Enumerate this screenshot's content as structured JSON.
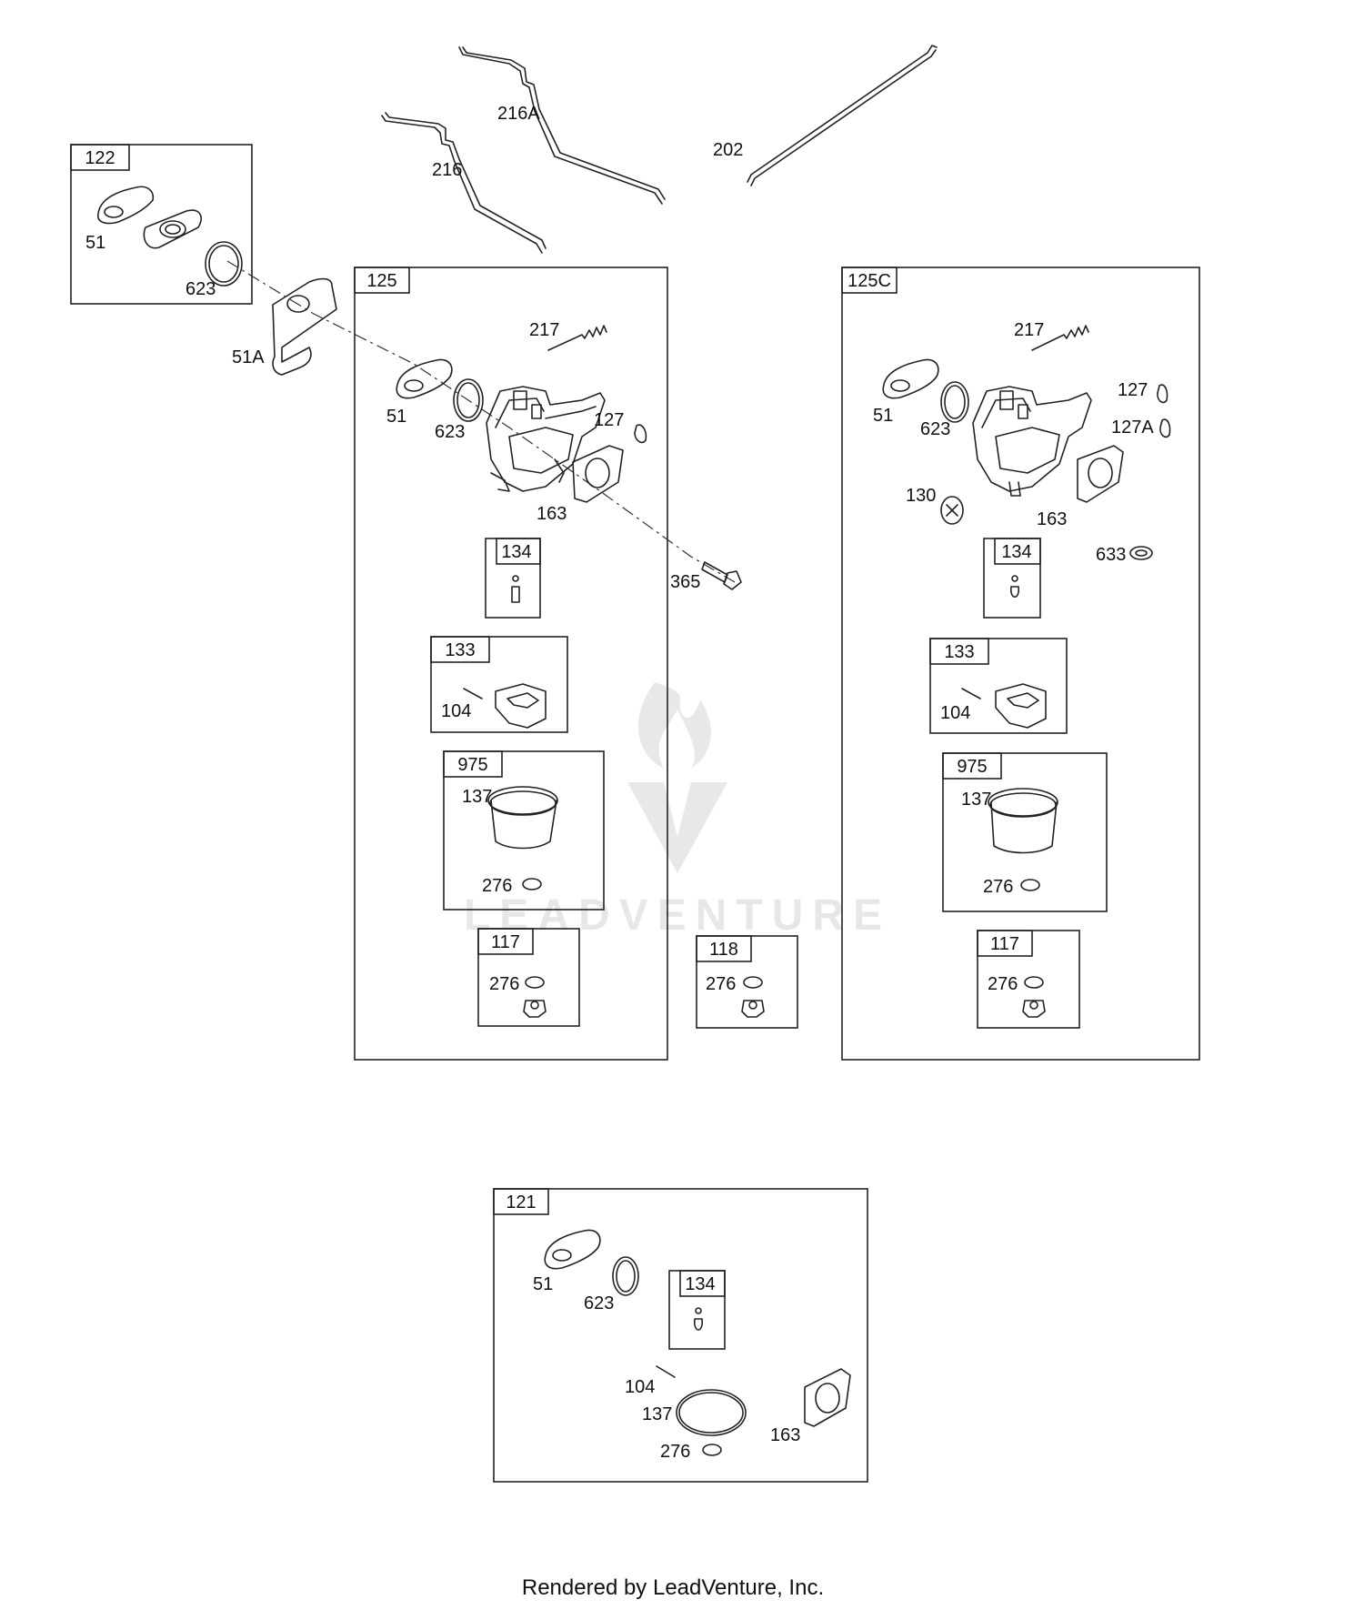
{
  "footer": "Rendered by LeadVenture, Inc.",
  "watermark": "LEADVENTURE",
  "kits": {
    "k122": "122",
    "k125": "125",
    "k125c": "125C",
    "k134a": "134",
    "k133a": "133",
    "k975a": "975",
    "k117a": "117",
    "k118": "118",
    "k134b": "134",
    "k133b": "133",
    "k975b": "975",
    "k117b": "117",
    "k121": "121",
    "k134c": "134"
  },
  "labels": {
    "p216A": "216A",
    "p216": "216",
    "p202": "202",
    "p51_122": "51",
    "p623_122": "623",
    "p51A": "51A",
    "p217a": "217",
    "p51a": "51",
    "p623a": "623",
    "p127a": "127",
    "p163a": "163",
    "p365": "365",
    "p104a": "104",
    "p137a": "137",
    "p276a": "276",
    "p276a2": "276",
    "p276m": "276",
    "p217b": "217",
    "p51b": "51",
    "p623b": "623",
    "p127b": "127",
    "p127Ab": "127A",
    "p130b": "130",
    "p163b": "163",
    "p633b": "633",
    "p104b": "104",
    "p137b": "137",
    "p276b": "276",
    "p276b2": "276",
    "p51c": "51",
    "p623c": "623",
    "p104c": "104",
    "p137c": "137",
    "p276c": "276",
    "p163c": "163"
  }
}
